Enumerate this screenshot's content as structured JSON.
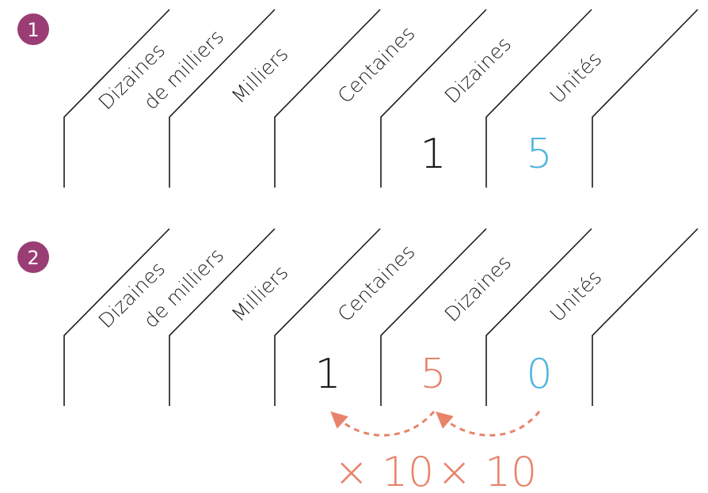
{
  "colors": {
    "line": "#1a1a1a",
    "badge": "#9b3d75",
    "badge_text": "#ffffff",
    "units": "#4fb3df",
    "tens_shift": "#e8836a",
    "hundreds": "#1a1a1a",
    "arrow": "#e8836a"
  },
  "headers": [
    [
      "Dizaines",
      "de milliers"
    ],
    [
      "Milliers"
    ],
    [
      "Centaines"
    ],
    [
      "Dizaines"
    ],
    [
      "Unités"
    ]
  ],
  "table1": {
    "badge": "1",
    "digits": [
      "",
      "",
      "",
      "1",
      "5"
    ]
  },
  "table2": {
    "badge": "2",
    "digits": [
      "",
      "",
      "1",
      "5",
      "0"
    ]
  },
  "operation": {
    "first": "× 10",
    "second": "× 10"
  }
}
